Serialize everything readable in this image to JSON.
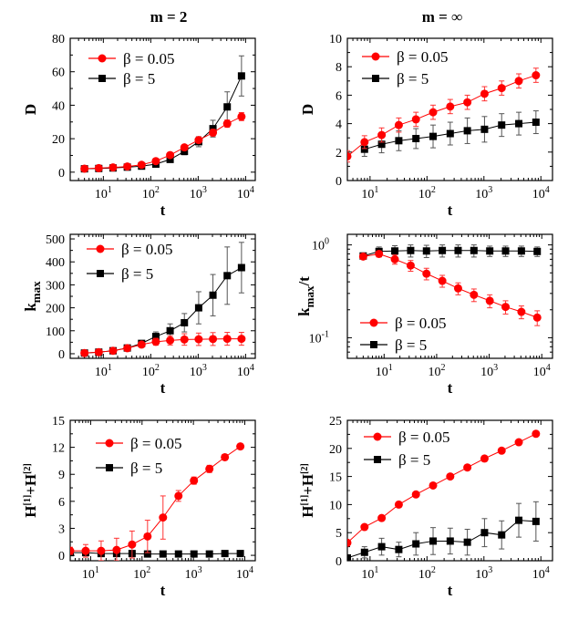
{
  "figure": {
    "column_titles": [
      "m = 2",
      "m = ∞"
    ],
    "colors": {
      "red": "#ff0000",
      "black": "#000000",
      "error_bar": "#555555"
    }
  },
  "chart_data": [
    {
      "type": "line",
      "xlabel": "t",
      "ylabel": "D",
      "xscale": "log",
      "xlim": [
        2,
        16000
      ],
      "yscale": "linear",
      "ylim": [
        -5,
        80
      ],
      "xticks": [
        10,
        100,
        1000,
        10000
      ],
      "xtick_labels": [
        [
          "10",
          "1"
        ],
        [
          "10",
          "2"
        ],
        [
          "10",
          "3"
        ],
        [
          "10",
          "4"
        ]
      ],
      "yticks": [
        0,
        20,
        40,
        60,
        80
      ],
      "ytick_labels": [
        "0",
        "20",
        "40",
        "60",
        "80"
      ],
      "legend_position": "top-left",
      "series": [
        {
          "name": "β = 0.05",
          "color": "#ff0000",
          "marker": "circle",
          "x": [
            4,
            8,
            16,
            32,
            64,
            128,
            256,
            512,
            1024,
            2048,
            4096,
            8192
          ],
          "y": [
            2.1,
            2.4,
            2.8,
            3.4,
            4.4,
            6.6,
            10.2,
            14.8,
            19.2,
            23.6,
            29.0,
            33.2
          ],
          "err": [
            0.3,
            0.3,
            0.4,
            0.4,
            0.6,
            0.9,
            1.2,
            1.5,
            1.8,
            2.0,
            2.2,
            2.4
          ]
        },
        {
          "name": "β = 5",
          "color": "#000000",
          "marker": "square",
          "x": [
            4,
            8,
            16,
            32,
            64,
            128,
            256,
            512,
            1024,
            2048,
            4096,
            8192
          ],
          "y": [
            2.0,
            2.2,
            2.5,
            3.0,
            3.6,
            4.8,
            7.6,
            12.4,
            18.2,
            26.0,
            39.0,
            57.5
          ],
          "err": [
            0.2,
            0.3,
            0.3,
            0.4,
            0.5,
            0.8,
            1.2,
            2.0,
            3.0,
            5.0,
            9.0,
            12.0
          ]
        }
      ]
    },
    {
      "type": "line",
      "xlabel": "t",
      "ylabel": "D",
      "xscale": "log",
      "xlim": [
        4,
        16000
      ],
      "yscale": "linear",
      "ylim": [
        0,
        10
      ],
      "xticks": [
        10,
        100,
        1000,
        10000
      ],
      "xtick_labels": [
        [
          "10",
          "1"
        ],
        [
          "10",
          "2"
        ],
        [
          "10",
          "3"
        ],
        [
          "10",
          "4"
        ]
      ],
      "yticks": [
        0,
        2,
        4,
        6,
        8,
        10
      ],
      "ytick_labels": [
        "0",
        "2",
        "4",
        "6",
        "8",
        "10"
      ],
      "legend_position": "top-left",
      "series": [
        {
          "name": "β = 0.05",
          "color": "#ff0000",
          "marker": "circle",
          "x": [
            4,
            8,
            16,
            32,
            64,
            128,
            256,
            512,
            1024,
            2048,
            4096,
            8192
          ],
          "y": [
            1.7,
            2.7,
            3.2,
            3.9,
            4.3,
            4.8,
            5.2,
            5.5,
            6.1,
            6.5,
            7.0,
            7.4
          ],
          "err": [
            0.4,
            0.45,
            0.5,
            0.5,
            0.5,
            0.5,
            0.5,
            0.5,
            0.5,
            0.5,
            0.5,
            0.5
          ]
        },
        {
          "name": "β = 5",
          "color": "#000000",
          "marker": "square",
          "x": [
            8,
            16,
            32,
            64,
            128,
            256,
            512,
            1024,
            2048,
            4096,
            8192
          ],
          "y": [
            2.2,
            2.55,
            2.8,
            2.95,
            3.1,
            3.3,
            3.5,
            3.6,
            3.9,
            4.0,
            4.1
          ],
          "err": [
            0.5,
            0.6,
            0.7,
            0.7,
            0.8,
            0.8,
            0.9,
            0.9,
            0.8,
            0.8,
            0.8
          ]
        }
      ]
    },
    {
      "type": "line",
      "xlabel": "t",
      "ylabel": "k",
      "ylabel_sub": "max",
      "xscale": "log",
      "xlim": [
        2,
        16000
      ],
      "yscale": "linear",
      "ylim": [
        -20,
        520
      ],
      "xticks": [
        10,
        100,
        1000,
        10000
      ],
      "xtick_labels": [
        [
          "10",
          "1"
        ],
        [
          "10",
          "2"
        ],
        [
          "10",
          "3"
        ],
        [
          "10",
          "4"
        ]
      ],
      "yticks": [
        0,
        100,
        200,
        300,
        400,
        500
      ],
      "ytick_labels": [
        "0",
        "100",
        "200",
        "300",
        "400",
        "500"
      ],
      "legend_position": "top-left",
      "series": [
        {
          "name": "β = 0.05",
          "color": "#ff0000",
          "marker": "circle",
          "x": [
            4,
            8,
            16,
            32,
            64,
            128,
            256,
            512,
            1024,
            2048,
            4096,
            8192
          ],
          "y": [
            3,
            7,
            13,
            24,
            40,
            52,
            58,
            62,
            63,
            64,
            65,
            65
          ],
          "err": [
            1,
            2,
            3,
            5,
            10,
            15,
            20,
            25,
            27,
            28,
            28,
            28
          ]
        },
        {
          "name": "β = 5",
          "color": "#000000",
          "marker": "square",
          "x": [
            4,
            8,
            16,
            32,
            64,
            128,
            256,
            512,
            1024,
            2048,
            4096,
            8192
          ],
          "y": [
            3,
            7,
            13,
            25,
            45,
            75,
            100,
            135,
            200,
            255,
            340,
            375
          ],
          "err": [
            1,
            2,
            3,
            5,
            10,
            20,
            30,
            40,
            70,
            90,
            125,
            110
          ]
        }
      ]
    },
    {
      "type": "line",
      "xlabel": "t",
      "ylabel": "k",
      "ylabel_sub": "max",
      "ylabel_suffix": "/t",
      "xscale": "log",
      "xlim": [
        2,
        16000
      ],
      "yscale": "log",
      "ylim": [
        0.06,
        1.3
      ],
      "xticks": [
        10,
        100,
        1000,
        10000
      ],
      "xtick_labels": [
        [
          "10",
          "1"
        ],
        [
          "10",
          "2"
        ],
        [
          "10",
          "3"
        ],
        [
          "10",
          "4"
        ]
      ],
      "yticks": [
        0.1,
        1.0
      ],
      "ytick_labels": [
        [
          "10",
          "-1"
        ],
        [
          "10",
          "0"
        ]
      ],
      "legend_position": "bottom-left",
      "series": [
        {
          "name": "β = 0.05",
          "color": "#ff0000",
          "marker": "circle",
          "x": [
            4,
            8,
            16,
            32,
            64,
            128,
            256,
            512,
            1024,
            2048,
            4096,
            8192
          ],
          "y": [
            0.75,
            0.8,
            0.7,
            0.6,
            0.49,
            0.41,
            0.34,
            0.29,
            0.25,
            0.215,
            0.19,
            0.165
          ],
          "err": [
            0.04,
            0.06,
            0.08,
            0.08,
            0.07,
            0.06,
            0.05,
            0.045,
            0.04,
            0.035,
            0.03,
            0.03
          ]
        },
        {
          "name": "β = 5",
          "color": "#000000",
          "marker": "square",
          "x": [
            4,
            8,
            16,
            32,
            64,
            128,
            256,
            512,
            1024,
            2048,
            4096,
            8192
          ],
          "y": [
            0.76,
            0.85,
            0.86,
            0.87,
            0.86,
            0.87,
            0.87,
            0.87,
            0.86,
            0.86,
            0.86,
            0.85
          ],
          "err": [
            0.05,
            0.1,
            0.12,
            0.13,
            0.13,
            0.13,
            0.13,
            0.13,
            0.11,
            0.11,
            0.11,
            0.1
          ]
        }
      ]
    },
    {
      "type": "line",
      "xlabel": "t",
      "ylabel": "H",
      "ylabel_sup1": "[1]",
      "ylabel_mid": "+H",
      "ylabel_sup2": "[2]",
      "xscale": "log",
      "xlim": [
        4,
        16000
      ],
      "yscale": "linear",
      "ylim": [
        -0.6,
        15
      ],
      "xticks": [
        10,
        100,
        1000,
        10000
      ],
      "xtick_labels": [
        [
          "10",
          "1"
        ],
        [
          "10",
          "2"
        ],
        [
          "10",
          "3"
        ],
        [
          "10",
          "4"
        ]
      ],
      "yticks": [
        0,
        3,
        6,
        9,
        12,
        15
      ],
      "ytick_labels": [
        "0",
        "3",
        "6",
        "9",
        "12",
        "15"
      ],
      "legend_position": "top-center",
      "series": [
        {
          "name": "β = 0.05",
          "color": "#ff0000",
          "marker": "circle",
          "x": [
            4,
            8,
            16,
            32,
            64,
            128,
            256,
            512,
            1024,
            2048,
            4096,
            8192
          ],
          "y": [
            0.5,
            0.5,
            0.5,
            0.6,
            1.2,
            2.1,
            4.2,
            6.6,
            8.3,
            9.6,
            10.9,
            12.1
          ],
          "err": [
            0.4,
            0.7,
            1.1,
            1.3,
            1.5,
            1.8,
            2.4,
            0.6,
            0.4,
            0.4,
            0.3,
            0.3
          ]
        },
        {
          "name": "β = 5",
          "color": "#000000",
          "marker": "square",
          "x": [
            4,
            8,
            16,
            32,
            64,
            128,
            256,
            512,
            1024,
            2048,
            4096,
            8192
          ],
          "y": [
            0.3,
            0.3,
            0.2,
            0.2,
            0.2,
            0.15,
            0.15,
            0.15,
            0.15,
            0.15,
            0.2,
            0.2
          ],
          "err": [
            0.3,
            0.3,
            0.3,
            0.3,
            0.3,
            0.2,
            0.2,
            0.2,
            0.2,
            0.2,
            0.2,
            0.2
          ]
        }
      ]
    },
    {
      "type": "line",
      "xlabel": "t",
      "ylabel": "H",
      "ylabel_sup1": "[1]",
      "ylabel_mid": "+H",
      "ylabel_sup2": "[2]",
      "xscale": "log",
      "xlim": [
        4,
        16000
      ],
      "yscale": "linear",
      "ylim": [
        0,
        25
      ],
      "xticks": [
        10,
        100,
        1000,
        10000
      ],
      "xtick_labels": [
        [
          "10",
          "1"
        ],
        [
          "10",
          "2"
        ],
        [
          "10",
          "3"
        ],
        [
          "10",
          "4"
        ]
      ],
      "yticks": [
        0,
        5,
        10,
        15,
        20,
        25
      ],
      "ytick_labels": [
        "0",
        "5",
        "10",
        "15",
        "20",
        "25"
      ],
      "legend_position": "top-left",
      "series": [
        {
          "name": "β = 0.05",
          "color": "#ff0000",
          "marker": "circle",
          "x": [
            4,
            8,
            16,
            32,
            64,
            128,
            256,
            512,
            1024,
            2048,
            4096,
            8192
          ],
          "y": [
            3.2,
            6.0,
            7.6,
            10.0,
            11.8,
            13.4,
            15.0,
            16.6,
            18.2,
            19.6,
            21.1,
            22.6
          ],
          "err": [
            0.3,
            0.3,
            0.3,
            0.3,
            0.3,
            0.3,
            0.3,
            0.3,
            0.3,
            0.3,
            0.3,
            0.3
          ]
        },
        {
          "name": "β = 5",
          "color": "#000000",
          "marker": "square",
          "x": [
            4,
            8,
            16,
            32,
            64,
            128,
            256,
            512,
            1024,
            2048,
            4096,
            8192
          ],
          "y": [
            0.5,
            1.5,
            2.5,
            2.0,
            3.0,
            3.5,
            3.5,
            3.3,
            5.0,
            4.6,
            7.2,
            7.0
          ],
          "err": [
            0.4,
            1.0,
            1.5,
            1.3,
            2.0,
            2.4,
            2.3,
            2.3,
            2.5,
            2.5,
            3.0,
            3.5
          ]
        }
      ]
    }
  ]
}
